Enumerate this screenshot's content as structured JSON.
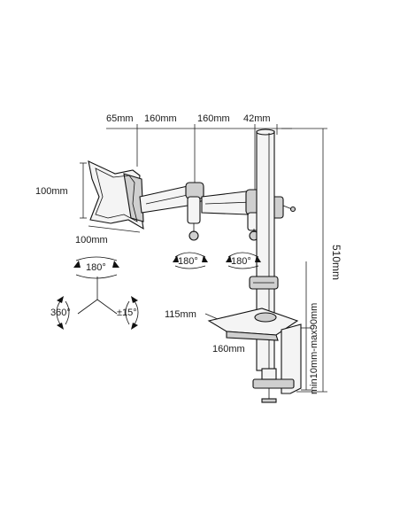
{
  "dimensions": {
    "top_65": "65mm",
    "top_160a": "160mm",
    "top_160b": "160mm",
    "top_42": "42mm",
    "vesa_height": "100mm",
    "vesa_width": "100mm",
    "total_height": "510mm",
    "base_depth": "115mm",
    "base_width": "160mm",
    "clamp_range": "min10mm-max90mm"
  },
  "rotation": {
    "joint_1": "180°",
    "joint_2": "180°",
    "top": "180°",
    "left": "360°",
    "right": "±15°"
  }
}
